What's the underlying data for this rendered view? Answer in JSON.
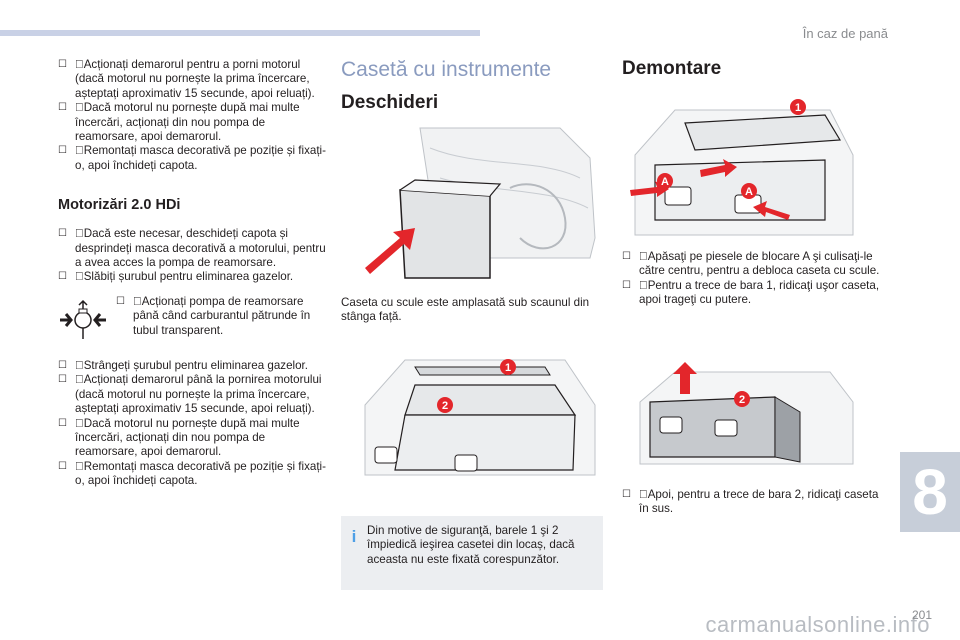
{
  "header": {
    "section": "În caz de pană"
  },
  "footer": {
    "page_number": "201",
    "watermark": "carmanualsonline.info"
  },
  "chapter_tab": "8",
  "left_col": {
    "top_bullets": [
      "Acționați demarorul pentru a porni motorul (dacă motorul nu pornește la prima încercare, așteptați aproximativ 15 secunde, apoi reluați).",
      "Dacă motorul nu pornește după mai multe încercări, acționați din nou pompa de reamorsare, apoi demarorul.",
      "Remontați masca decorativă pe poziție și fixați-o, apoi închideți capota."
    ],
    "heading": "Motorizări 2.0 HDi",
    "mid_bullets": [
      "Dacă este necesar, deschideți capota și desprindeți masca decorativă a motorului, pentru a avea acces la pompa de reamorsare.",
      "Slăbiți șurubul pentru eliminarea gazelor."
    ],
    "pump_bullet": "Acționați pompa de reamorsare până când carburantul pătrunde în tubul transparent.",
    "bottom_bullets": [
      "Strângeți șurubul pentru eliminarea gazelor.",
      "Acționați demarorul până la pornirea motorului (dacă motorul nu pornește la prima încercare, așteptați aproximativ 15 secunde, apoi reluați).",
      "Dacă motorul nu pornește după mai multe încercări, acționați din nou pompa de reamorsare, apoi demarorul.",
      "Remontați masca decorativă pe poziție și fixați-o, apoi închideți capota."
    ]
  },
  "middle_col": {
    "title": "Casetă cu instrumente",
    "subtitle": "Deschideri",
    "para": "Caseta cu scule este amplasată sub scaunul din stânga față.",
    "note": "Din motive de siguranţă, barele 1 şi 2 împiedică ieşirea casetei din locaș, dacă aceasta nu este fixată corespunzător.",
    "callouts": [
      "1",
      "2"
    ]
  },
  "right_col": {
    "title": "Demontare",
    "callouts": [
      "1",
      "A",
      "A",
      "2"
    ],
    "bullets1": [
      "Apăsaţi pe piesele de blocare A şi culisaţi-le către centru, pentru a debloca caseta cu scule.",
      "Pentru a trece de bara 1, ridicaţi uşor caseta, apoi trageţi cu putere."
    ],
    "bullets2": [
      "Apoi, pentru a trece de bara 2, ridicaţi caseta în sus."
    ]
  },
  "colors": {
    "accent": "#e3262b",
    "title_blue": "#8a9bbf",
    "info_blue": "#4e9fe6",
    "note_bg": "#eceef1"
  },
  "icons": {
    "bullet": "check-box-icon",
    "info": "info-icon",
    "pump": "pump-arrows-icon"
  }
}
